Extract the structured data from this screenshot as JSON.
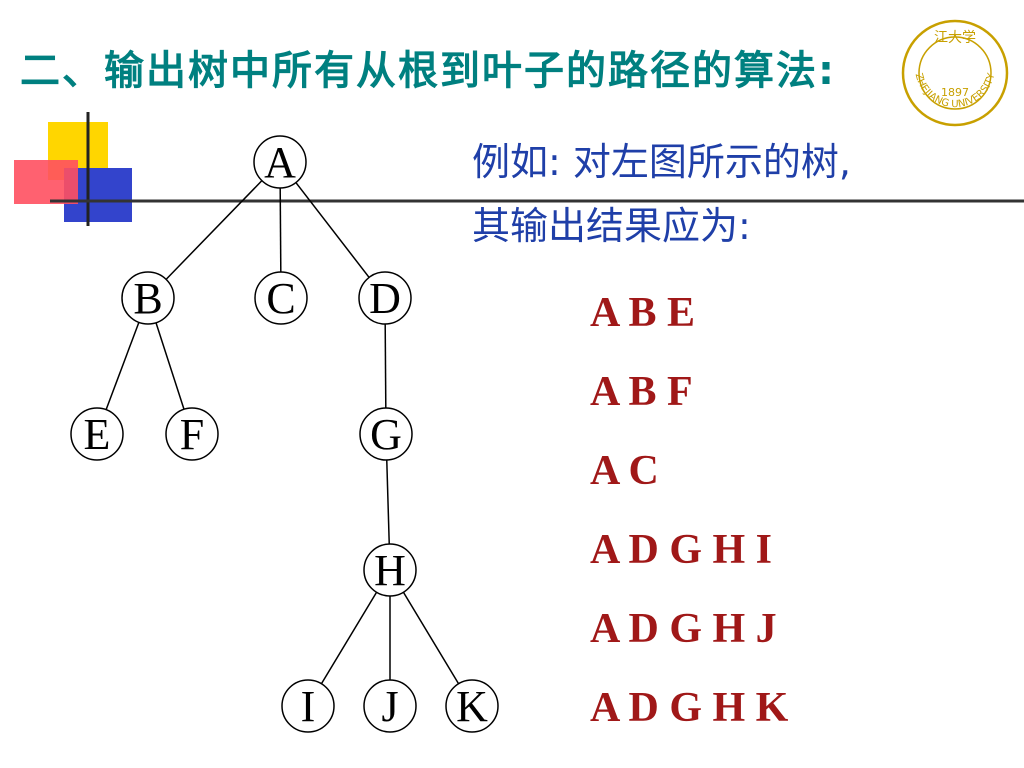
{
  "title": "二、输出树中所有从根到叶子的路径的算法:",
  "logo": {
    "top_text": "江大学",
    "year": "1897",
    "name": "ZHEJIANG UNIVERSITY"
  },
  "intro": {
    "line1": "例如: 对左图所示的树,",
    "line2": "其输出结果应为:"
  },
  "tree": {
    "nodes": [
      {
        "id": "A",
        "label": "A"
      },
      {
        "id": "B",
        "label": "B"
      },
      {
        "id": "C",
        "label": "C"
      },
      {
        "id": "D",
        "label": "D"
      },
      {
        "id": "E",
        "label": "E"
      },
      {
        "id": "F",
        "label": "F"
      },
      {
        "id": "G",
        "label": "G"
      },
      {
        "id": "H",
        "label": "H"
      },
      {
        "id": "I",
        "label": "I"
      },
      {
        "id": "J",
        "label": "J"
      },
      {
        "id": "K",
        "label": "K"
      }
    ],
    "edges": [
      [
        "A",
        "B"
      ],
      [
        "A",
        "C"
      ],
      [
        "A",
        "D"
      ],
      [
        "B",
        "E"
      ],
      [
        "B",
        "F"
      ],
      [
        "D",
        "G"
      ],
      [
        "G",
        "H"
      ],
      [
        "H",
        "I"
      ],
      [
        "H",
        "J"
      ],
      [
        "H",
        "K"
      ]
    ]
  },
  "paths": [
    "A B E",
    "A B F",
    "A C",
    "A D G H I",
    "A D G H J",
    "A D G H K"
  ],
  "colors": {
    "title": "#008080",
    "intro": "#1f3fa8",
    "paths": "#a01818"
  }
}
